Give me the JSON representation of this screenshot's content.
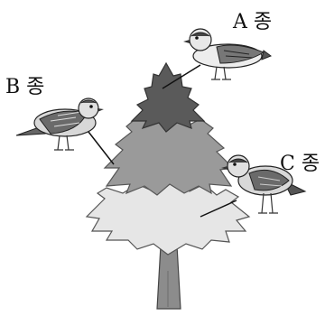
{
  "labels": {
    "a": "A 종",
    "b": "B 종",
    "c": "C 종"
  },
  "icons": {
    "tree": "conifer-tree-icon",
    "bird": "bird-icon"
  },
  "colors": {
    "top_zone": "#5a5a5a",
    "middle_zone": "#9a9a9a",
    "bottom_zone": "#e6e6e6",
    "trunk": "#8c8c8c"
  }
}
